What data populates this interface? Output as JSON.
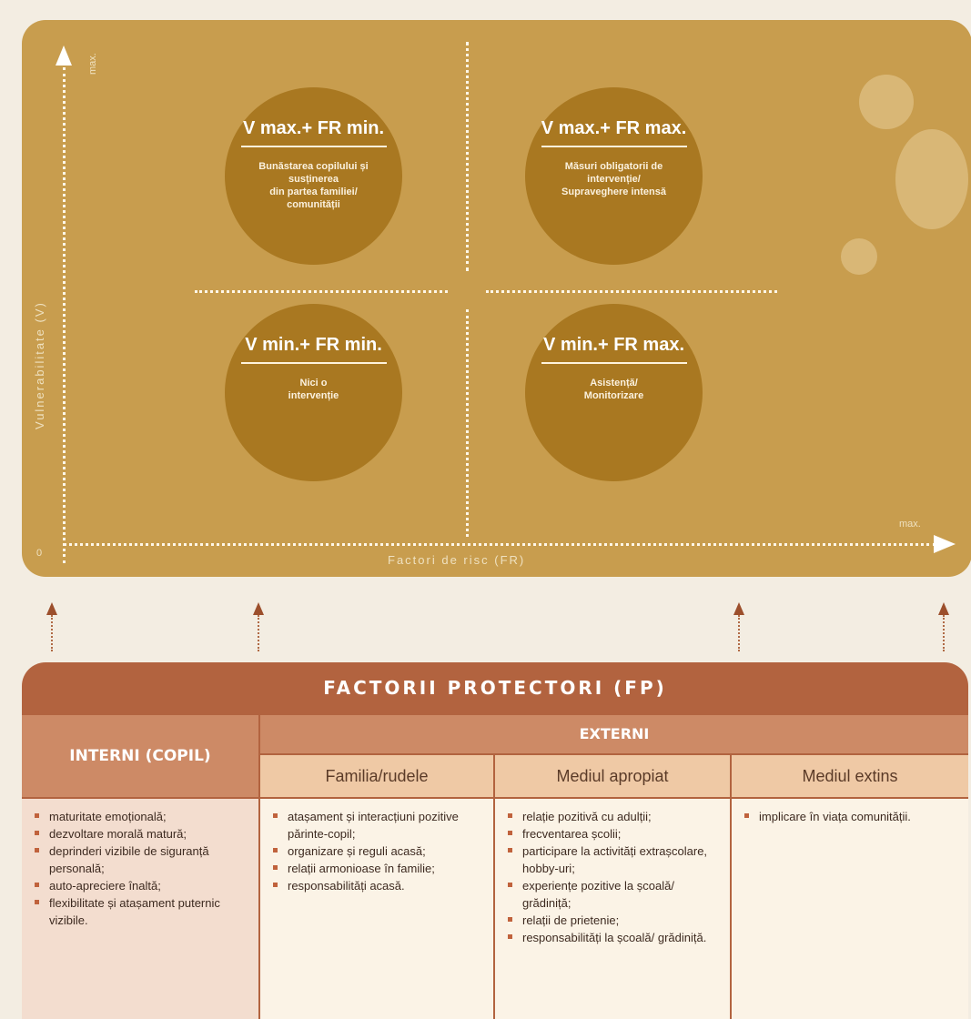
{
  "matrix": {
    "y_axis_label": "Vulnerabilitate (V)",
    "y_axis_max": "max.",
    "x_axis_label": "Factori de risc (FR)",
    "x_axis_max": "max.",
    "origin": "0",
    "quadrants": {
      "top_left": {
        "title": "V max.+ FR min.",
        "description": "Bunăstarea copilului și susținerea\ndin partea familiei/\ncomunității"
      },
      "top_right": {
        "title": "V max.+ FR max.",
        "description": "Măsuri obligatorii de intervenție/\nSupraveghere intensă"
      },
      "bottom_left": {
        "title": "V min.+ FR min.",
        "description": "Nici o\nintervenție"
      },
      "bottom_right": {
        "title": "V min.+ FR max.",
        "description": "Asistență/\nMonitorizare"
      }
    },
    "colors": {
      "panel": "#c89d4e",
      "circle": "#a97821"
    }
  },
  "protective_factors": {
    "title": "FACTORII PROTECTORI (FP)",
    "internal": {
      "header": "INTERNI (COPIL)",
      "items": [
        "maturitate emoțională;",
        "dezvoltare morală matură;",
        "deprinderi vizibile de siguranță personală;",
        "auto-apreciere înaltă;",
        "flexibilitate și atașament puternic vizibile."
      ]
    },
    "external": {
      "header": "EXTERNI",
      "columns": [
        {
          "header": "Familia/rudele",
          "items": [
            "atașament și interacțiuni pozitive părinte-copil;",
            "organizare și reguli acasă;",
            "relații armonioase în familie;",
            "responsabilități acasă."
          ]
        },
        {
          "header": "Mediul apropiat",
          "items": [
            "relație pozitivă cu adulții;",
            "frecventarea școlii;",
            "participare la activități extrașcolare, hobby-uri;",
            "experiențe pozitive la școală/ grădiniță;",
            "relații de prietenie;",
            "responsabilități la școală/ grădiniță."
          ]
        },
        {
          "header": "Mediul extins",
          "items": [
            "implicare în viața comunității."
          ]
        }
      ]
    },
    "colors": {
      "title_bar": "#b2633f",
      "header": "#cd8a66",
      "subheader": "#efc9a5",
      "internal_body": "#f3ddcf",
      "external_body": "#fbf3e6"
    }
  }
}
